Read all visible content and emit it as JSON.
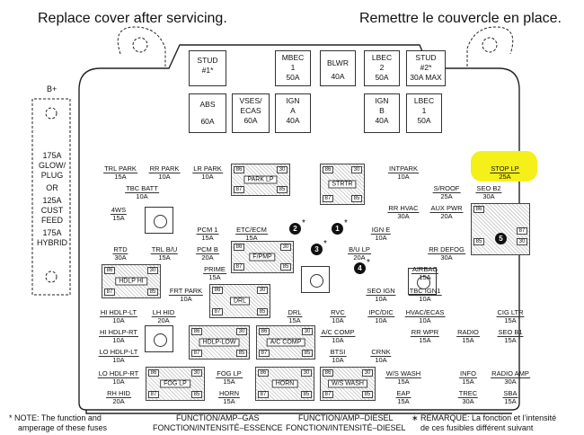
{
  "header": {
    "left": "Replace cover after servicing.",
    "right": "Remettre le couvercle en place."
  },
  "side": {
    "bplus": "B+",
    "amp1": "175A",
    "glow": "GLOW/",
    "plug": "PLUG",
    "or": "OR",
    "amp2": "125A",
    "cust": "CUST",
    "feed": "FEED",
    "amp3": "175A",
    "hybrid": "HYBRID"
  },
  "top_row1": [
    {
      "name": "STUD",
      "sub": "#1*",
      "amp": ""
    },
    {
      "name": "MBEC",
      "sub": "1",
      "amp": "50A"
    },
    {
      "name": "BLWR",
      "sub": "",
      "amp": "40A"
    },
    {
      "name": "LBEC",
      "sub": "2",
      "amp": "50A"
    },
    {
      "name": "STUD",
      "sub": "#2*",
      "amp": "30A MAX"
    }
  ],
  "top_row2": [
    {
      "name": "ABS",
      "sub": "",
      "amp": "60A"
    },
    {
      "name": "VSES/",
      "sub": "ECAS",
      "amp": "60A"
    },
    {
      "name": "IGN",
      "sub": "A",
      "amp": "40A"
    },
    {
      "name": "IGN",
      "sub": "B",
      "amp": "40A"
    },
    {
      "name": "LBEC",
      "sub": "1",
      "amp": "50A"
    }
  ],
  "fuses": [
    {
      "n": "TRL PARK",
      "a": "15A"
    },
    {
      "n": "RR PARK",
      "a": "10A"
    },
    {
      "n": "LR PARK",
      "a": "10A"
    },
    {
      "n": "TBC BATT",
      "a": "10A"
    },
    {
      "n": "4WS",
      "a": "15A"
    },
    {
      "n": "PCM 1",
      "a": "15A"
    },
    {
      "n": "ETC/ECM",
      "a": "15A"
    },
    {
      "n": "IGN E",
      "a": "10A"
    },
    {
      "n": "RTD",
      "a": "30A"
    },
    {
      "n": "TRL B/U",
      "a": "15A"
    },
    {
      "n": "PCM B",
      "a": "20A"
    },
    {
      "n": "B/U LP",
      "a": "20A"
    },
    {
      "n": "PRIME",
      "a": "15A"
    },
    {
      "n": "FRT PARK",
      "a": "10A"
    },
    {
      "n": "HI HDLP-LT",
      "a": "10A"
    },
    {
      "n": "LH HID",
      "a": "20A"
    },
    {
      "n": "DRL",
      "a": "15A"
    },
    {
      "n": "RVC",
      "a": "10A"
    },
    {
      "n": "SEO IGN",
      "a": "10A"
    },
    {
      "n": "TBC IGN1",
      "a": "10A"
    },
    {
      "n": "IPC/DIC",
      "a": "10A"
    },
    {
      "n": "HVAC/ECAS",
      "a": "10A"
    },
    {
      "n": "HI HDLP-RT",
      "a": "10A"
    },
    {
      "n": "LO HDLP-LT",
      "a": "10A"
    },
    {
      "n": "A/C COMP",
      "a": "10A"
    },
    {
      "n": "BTSI",
      "a": "10A"
    },
    {
      "n": "CRNK",
      "a": "10A"
    },
    {
      "n": "LO HDLP-RT",
      "a": "10A"
    },
    {
      "n": "RH HID",
      "a": "20A"
    },
    {
      "n": "FOG LP",
      "a": "15A"
    },
    {
      "n": "HORN",
      "a": "15A"
    },
    {
      "n": "W/S WASH",
      "a": "15A"
    },
    {
      "n": "EAP",
      "a": "15A"
    },
    {
      "n": "INTPARK",
      "a": "10A"
    },
    {
      "n": "STOP LP",
      "a": "25A"
    },
    {
      "n": "S/ROOF",
      "a": "25A"
    },
    {
      "n": "SEO B2",
      "a": "30A"
    },
    {
      "n": "RR HVAC",
      "a": "30A"
    },
    {
      "n": "AUX PWR",
      "a": "20A"
    },
    {
      "n": "RR DEFOG",
      "a": "30A"
    },
    {
      "n": "AIRBAG",
      "a": "15A"
    },
    {
      "n": "CIG LTR",
      "a": "15A"
    },
    {
      "n": "RR WPR",
      "a": "15A"
    },
    {
      "n": "RADIO",
      "a": "15A"
    },
    {
      "n": "SEO B1",
      "a": "15A"
    },
    {
      "n": "INFO",
      "a": "15A"
    },
    {
      "n": "RADIO AMP",
      "a": "30A"
    },
    {
      "n": "TREC",
      "a": "30A"
    },
    {
      "n": "SBA",
      "a": "15A"
    }
  ],
  "relays": [
    "PARK LP",
    "STRTR",
    "F/PMP",
    "HDLP HI",
    "DRL",
    "HDLP-LOW",
    "A/C COMP",
    "FOG LP",
    "HORN",
    "W/S WASH"
  ],
  "terminals": {
    "t86": "86",
    "t30": "30",
    "t87": "87",
    "t85": "85"
  },
  "circles": {
    "c1": "1",
    "c2": "2",
    "c3": "3",
    "c4": "4",
    "c5": "5",
    "star": "*"
  },
  "footer": {
    "note1": "* NOTE:  The function and",
    "note2": "amperage of these fuses",
    "gas1": "FUNCTION/AMP–GAS",
    "gas2": "FONCTION/INTENSITÉ–ESSENCE",
    "dsl1": "FUNCTION/AMP–DIESEL",
    "dsl2": "FONCTION/INTENSITÉ–DIESEL",
    "rem1": "∗ REMARQUE:  La fonction et l’intensité",
    "rem2": "de ces fusibles différent suivant"
  },
  "colors": {
    "highlight": "#f5ef1a"
  }
}
